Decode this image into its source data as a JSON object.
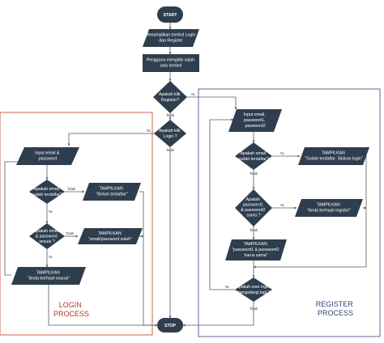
{
  "nodes": {
    "start": "START",
    "show_buttons": [
      "Menampilkan tombol Login",
      "dan Register"
    ],
    "user_click": [
      "Pengguna mengklik salah",
      "satu tombol"
    ],
    "q_register": [
      "Apakah klik",
      "Register?"
    ],
    "q_login": [
      "Apakah klik",
      "Login ?"
    ],
    "stop": "STOP",
    "login_input": [
      "Input email &",
      "password"
    ],
    "q_email_registered": [
      "Apakah email",
      "sudah terdaftar?"
    ],
    "show_not_registered": [
      "TAMPILKAN",
      "\"Belum terdaftar\""
    ],
    "q_email_password_match": [
      "Apakah email",
      "& password",
      "sesuai ?"
    ],
    "show_wrong_credentials": [
      "TAMPILKAN",
      "\"email/password salah\""
    ],
    "show_login_success": [
      "TAMPILKAN",
      "\"Anda berhasil masuk\""
    ],
    "register_input": [
      "Input email,",
      "password1,",
      "password2"
    ],
    "q_email_exists": [
      "Apakah email",
      "sudah terdaftar?"
    ],
    "show_already_registered": [
      "TAMPILKAN",
      "\"Sudah terdaftar. Silakan login\""
    ],
    "q_passwords_equal": [
      "Apakah",
      "password1",
      "& password2",
      "sama ?"
    ],
    "show_register_success": [
      "TAMPILKAN",
      "\"Anda berhasil register\""
    ],
    "show_passwords_must_match": [
      "TAMPILKAN",
      "\"password1 & password2",
      "harus sama\""
    ],
    "q_repeat": [
      "Apakah user ingin",
      "mengulangi lagi ?"
    ]
  },
  "edge_labels": {
    "yes": "Ya",
    "no": "Tidak"
  },
  "regions": {
    "login": [
      "LOGIN",
      "PROCESS"
    ],
    "register": [
      "REGISTER",
      "PROCESS"
    ]
  },
  "colors": {
    "node_fill": "#2f3e4e",
    "login_region": "#c0392b",
    "register_region": "#2c4a7a"
  }
}
